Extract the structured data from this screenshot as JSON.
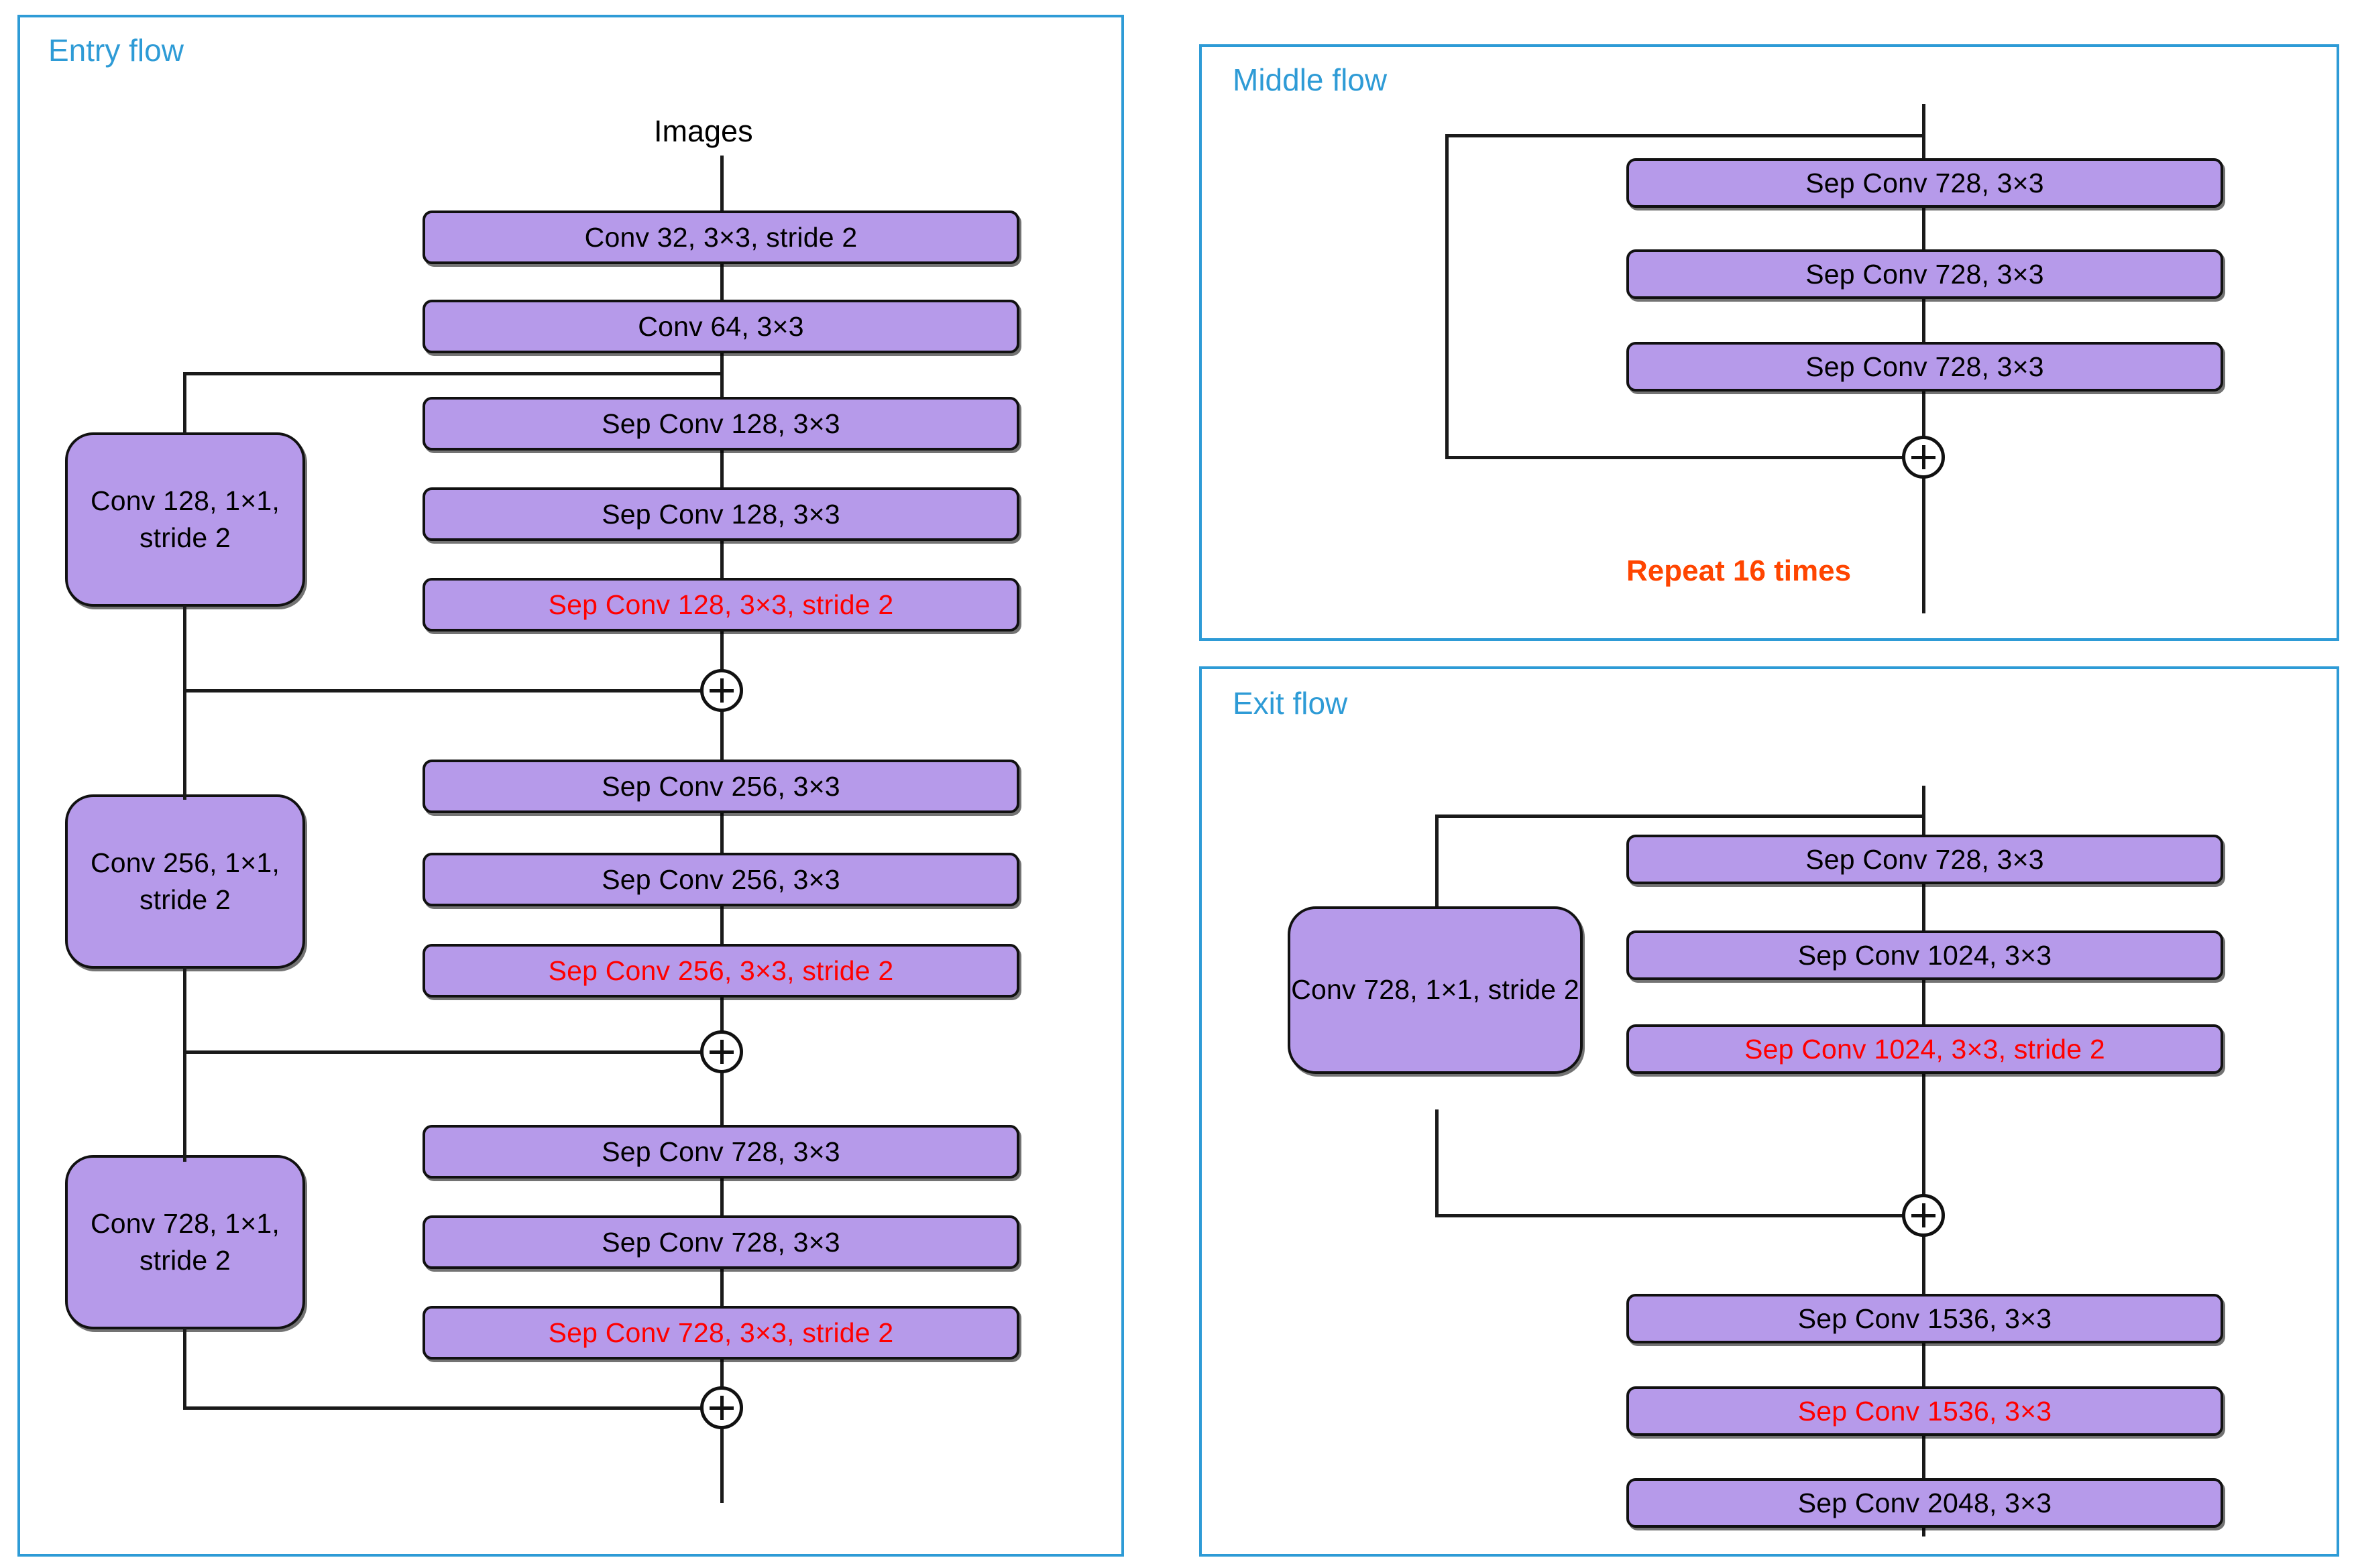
{
  "colors": {
    "panel_border": "#2e9bd6",
    "panel_title": "#2e9bd6",
    "block_fill": "#b69aea",
    "block_stroke": "#111111",
    "highlight_text": "#ff0000",
    "caption_text": "#ff4500",
    "connector": "#1a1a1a"
  },
  "entry_flow": {
    "title": "Entry flow",
    "input_label": "Images",
    "blocks": [
      {
        "label": "Conv 32, 3×3, stride 2",
        "highlight": false
      },
      {
        "label": "Conv 64, 3×3",
        "highlight": false
      },
      {
        "label": "Sep Conv 128, 3×3",
        "highlight": false
      },
      {
        "label": "Sep Conv 128, 3×3",
        "highlight": false
      },
      {
        "label": "Sep Conv 128, 3×3, stride 2",
        "highlight": true
      },
      {
        "label": "Sep Conv 256, 3×3",
        "highlight": false
      },
      {
        "label": "Sep Conv 256, 3×3",
        "highlight": false
      },
      {
        "label": "Sep Conv 256, 3×3, stride 2",
        "highlight": true
      },
      {
        "label": "Sep Conv 728, 3×3",
        "highlight": false
      },
      {
        "label": "Sep Conv 728, 3×3",
        "highlight": false
      },
      {
        "label": "Sep Conv 728, 3×3, stride 2",
        "highlight": true
      }
    ],
    "shortcuts": [
      {
        "label": "Conv 128, 1×1, stride 2"
      },
      {
        "label": "Conv 256, 1×1, stride 2"
      },
      {
        "label": "Conv 728, 1×1, stride 2"
      }
    ],
    "adders": [
      "+",
      "+",
      "+"
    ]
  },
  "middle_flow": {
    "title": "Middle flow",
    "blocks": [
      {
        "label": "Sep Conv 728, 3×3",
        "highlight": false
      },
      {
        "label": "Sep Conv 728, 3×3",
        "highlight": false
      },
      {
        "label": "Sep Conv 728, 3×3",
        "highlight": false
      }
    ],
    "adder": "+",
    "caption": "Repeat 16 times"
  },
  "exit_flow": {
    "title": "Exit flow",
    "shortcut": {
      "label": "Conv 728, 1×1, stride 2"
    },
    "blocks_top": [
      {
        "label": "Sep Conv 728, 3×3",
        "highlight": false
      },
      {
        "label": "Sep Conv 1024, 3×3",
        "highlight": false
      },
      {
        "label": "Sep Conv 1024, 3×3, stride 2",
        "highlight": true
      }
    ],
    "adder": "+",
    "blocks_bottom": [
      {
        "label": "Sep Conv 1536, 3×3",
        "highlight": false
      },
      {
        "label": "Sep Conv 1536, 3×3",
        "highlight": true
      },
      {
        "label": "Sep Conv 2048, 3×3",
        "highlight": false
      }
    ]
  }
}
